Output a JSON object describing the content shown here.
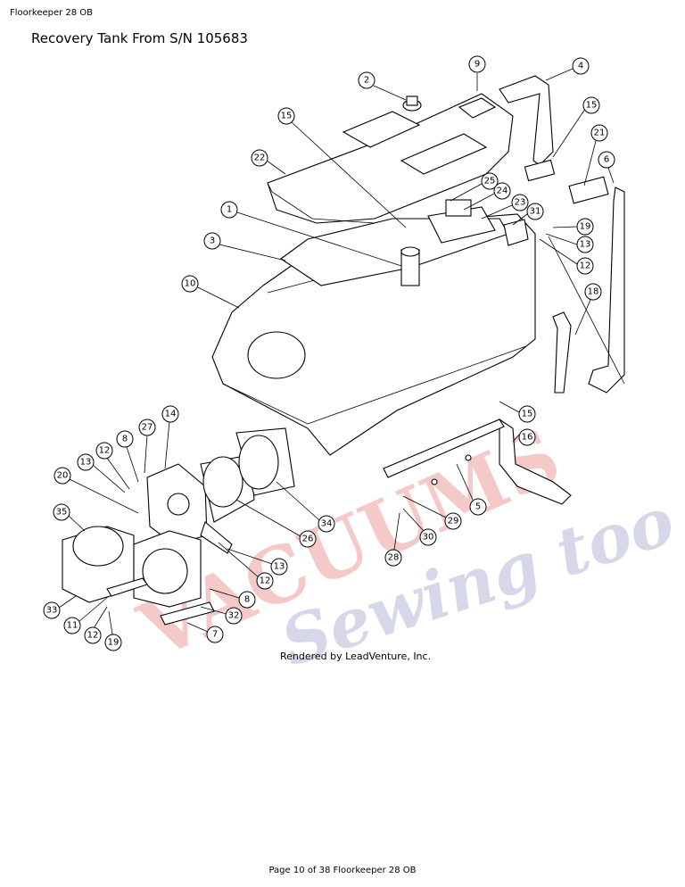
{
  "header": {
    "title": "Floorkeeper 28 OB"
  },
  "page": {
    "heading": "Recovery Tank From S/N 105683"
  },
  "watermark": {
    "text1": "VACUUMS",
    "text2": "Sewing too",
    "color_red": "#f4b8b8",
    "color_blue": "#c9cbe3"
  },
  "credit": {
    "text": "Rendered by LeadVenture, Inc."
  },
  "footer": {
    "text": "Page 10 of 38 Floorkeeper 28 OB"
  },
  "callouts": [
    {
      "id": "9",
      "label": "9"
    },
    {
      "id": "4",
      "label": "4"
    },
    {
      "id": "2",
      "label": "2"
    },
    {
      "id": "15a",
      "label": "15"
    },
    {
      "id": "15b",
      "label": "15"
    },
    {
      "id": "21",
      "label": "21"
    },
    {
      "id": "6",
      "label": "6"
    },
    {
      "id": "22",
      "label": "22"
    },
    {
      "id": "25",
      "label": "25"
    },
    {
      "id": "24",
      "label": "24"
    },
    {
      "id": "23",
      "label": "23"
    },
    {
      "id": "31",
      "label": "31"
    },
    {
      "id": "19a",
      "label": "19"
    },
    {
      "id": "13a",
      "label": "13"
    },
    {
      "id": "12a",
      "label": "12"
    },
    {
      "id": "1",
      "label": "1"
    },
    {
      "id": "3",
      "label": "3"
    },
    {
      "id": "10",
      "label": "10"
    },
    {
      "id": "18",
      "label": "18"
    },
    {
      "id": "15c",
      "label": "15"
    },
    {
      "id": "16",
      "label": "16"
    },
    {
      "id": "14",
      "label": "14"
    },
    {
      "id": "27",
      "label": "27"
    },
    {
      "id": "8a",
      "label": "8"
    },
    {
      "id": "12b",
      "label": "12"
    },
    {
      "id": "13b",
      "label": "13"
    },
    {
      "id": "20",
      "label": "20"
    },
    {
      "id": "35",
      "label": "35"
    },
    {
      "id": "34",
      "label": "34"
    },
    {
      "id": "26",
      "label": "26"
    },
    {
      "id": "13c",
      "label": "13"
    },
    {
      "id": "12c",
      "label": "12"
    },
    {
      "id": "5",
      "label": "5"
    },
    {
      "id": "29",
      "label": "29"
    },
    {
      "id": "30",
      "label": "30"
    },
    {
      "id": "28",
      "label": "28"
    },
    {
      "id": "8b",
      "label": "8"
    },
    {
      "id": "32",
      "label": "32"
    },
    {
      "id": "7",
      "label": "7"
    },
    {
      "id": "33",
      "label": "33"
    },
    {
      "id": "11",
      "label": "11"
    },
    {
      "id": "12d",
      "label": "12"
    },
    {
      "id": "19b",
      "label": "19"
    }
  ]
}
